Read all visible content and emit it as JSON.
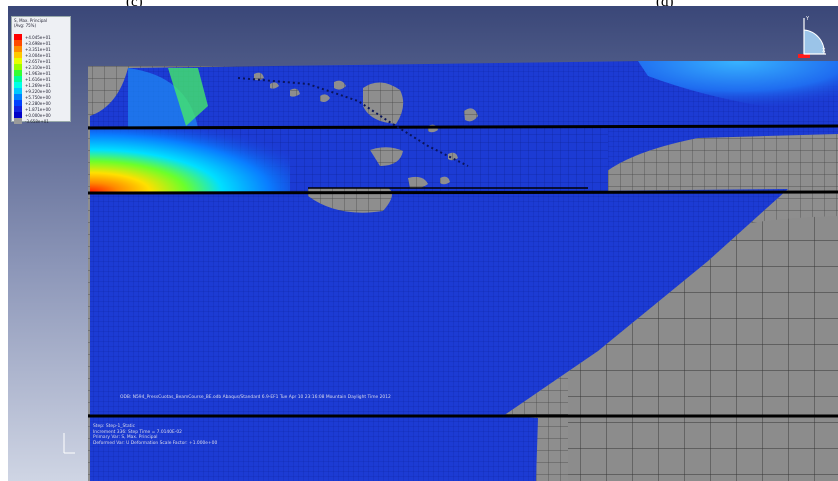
{
  "caption": {
    "left": "(c)",
    "right": "(d)"
  },
  "legend": {
    "title_line1": "S, Max. Principal",
    "title_line2": "(Avg: 75%)",
    "entries": [
      {
        "value": "+4.045e+01",
        "color": "#ff0000"
      },
      {
        "value": "+3.698e+01",
        "color": "#ff4a00"
      },
      {
        "value": "+3.351e+01",
        "color": "#ff8c00"
      },
      {
        "value": "+3.004e+01",
        "color": "#ffc800"
      },
      {
        "value": "+2.657e+01",
        "color": "#e8ff00"
      },
      {
        "value": "+2.310e+01",
        "color": "#9aff00"
      },
      {
        "value": "+1.963e+01",
        "color": "#33ff33"
      },
      {
        "value": "+1.616e+01",
        "color": "#00ff9a"
      },
      {
        "value": "+1.269e+01",
        "color": "#00ffe6"
      },
      {
        "value": "+9.220e+00",
        "color": "#00c8ff"
      },
      {
        "value": "+5.750e+00",
        "color": "#0080ff"
      },
      {
        "value": "+2.280e+00",
        "color": "#0040ff"
      },
      {
        "value": "+1.871e+00",
        "color": "#1020e0"
      },
      {
        "value": "+0.000e+00",
        "color": "#0000c8"
      },
      {
        "value": "-3.658e+01",
        "color": "#9a9a9a"
      }
    ]
  },
  "stamp": "ODB: N594_PressCuotas_BeamCourse_BE.odb    Abaqus/Standard 6.9-EF1    Tue Apr 10 23:16:08 Mountain Daylight Time 2012",
  "info": {
    "line1": "Step: Step-1_Static",
    "line2": "Increment   336: Step Time =   7.0140E-02",
    "line3": "Primary Var: S, Max. Principal",
    "line4": "Deformed Var: U   Deformation Scale Factor: +1.000e+00"
  },
  "triad_labels": {
    "y": "Y",
    "x": "X"
  },
  "colors": {
    "bg_top": "#3f4e7e",
    "bg_bottom": "#c7cede",
    "mesh_blue": "#1a3ad0",
    "gray": "#8f8f8f"
  }
}
